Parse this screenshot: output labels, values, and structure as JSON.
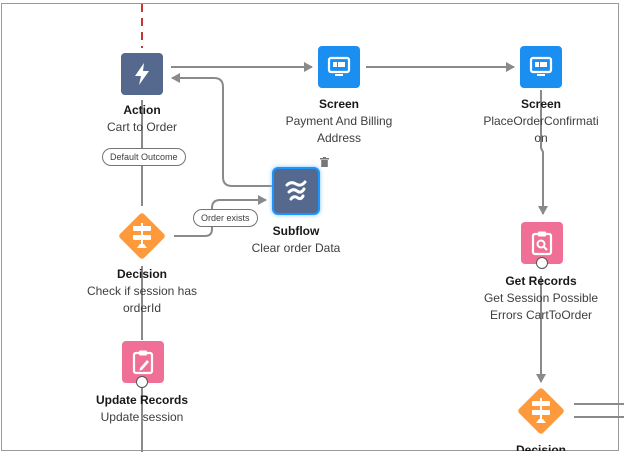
{
  "canvas": {
    "colors": {
      "action": "#54698d",
      "screen": "#1b8ff1",
      "subflow": "#54698d",
      "subflow_selection": "#1b96ff",
      "decision": "#ff9a3c",
      "records": "#f06f97",
      "connector": "#8a8a8a",
      "start_connector": "#c23934"
    }
  },
  "nodes": {
    "action": {
      "type": "Action",
      "name": "Cart to Order",
      "icon": "lightning-bolt-icon"
    },
    "screen_payment": {
      "type": "Screen",
      "name_line1": "Payment And Billing",
      "name_line2": "Address",
      "icon": "screen-icon"
    },
    "screen_confirmation": {
      "type": "Screen",
      "name_line1": "PlaceOrderConfirmati",
      "name_line2": "on",
      "icon": "screen-icon"
    },
    "subflow": {
      "type": "Subflow",
      "name": "Clear order Data",
      "icon": "subflow-icon",
      "selected": true
    },
    "decision_session": {
      "type": "Decision",
      "name_line1": "Check if session has",
      "name_line2": "orderId",
      "icon": "signpost-icon"
    },
    "update_records": {
      "type": "Update Records",
      "name": "Update session",
      "icon": "clipboard-edit-icon"
    },
    "get_records": {
      "type": "Get Records",
      "name_line1": "Get Session Possible",
      "name_line2": "Errors CartToOrder",
      "icon": "clipboard-search-icon"
    },
    "decision_bottom": {
      "type": "Decision",
      "icon": "signpost-icon"
    }
  },
  "connector_labels": {
    "default_outcome": "Default Outcome",
    "order_exists": "Order exists"
  }
}
